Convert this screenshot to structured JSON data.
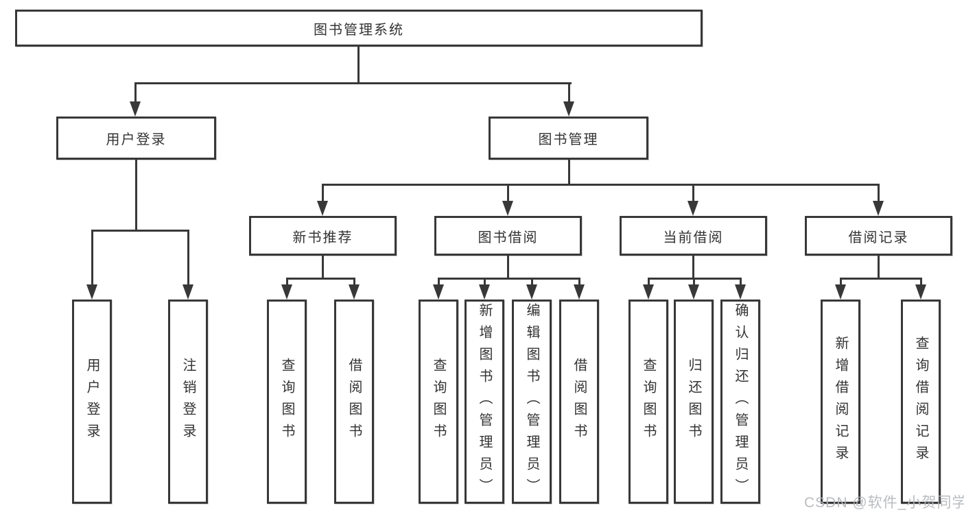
{
  "colors": {
    "line": "#383838",
    "text": "#333333",
    "background": "#ffffff",
    "watermark": "#b4b7bb"
  },
  "diagram": {
    "root": "图书管理系统",
    "level2": {
      "user_login": "用户登录",
      "book_mgmt": "图书管理"
    },
    "level3": {
      "new_books": "新书推荐",
      "book_borrow": "图书借阅",
      "current_borrow": "当前借阅",
      "borrow_records": "借阅记录"
    },
    "leaves": {
      "user_login": [
        "用户登录",
        "注销登录"
      ],
      "new_books": [
        "查询图书",
        "借阅图书"
      ],
      "book_borrow": [
        "查询图书",
        "新增图书（管理员）",
        "编辑图书（管理员）",
        "借阅图书"
      ],
      "current_borrow": [
        "查询图书",
        "归还图书",
        "确认归还（管理员）"
      ],
      "borrow_records": [
        "新增借阅记录",
        "查询借阅记录"
      ]
    }
  },
  "watermark": "CSDN @软件_小贺同学"
}
